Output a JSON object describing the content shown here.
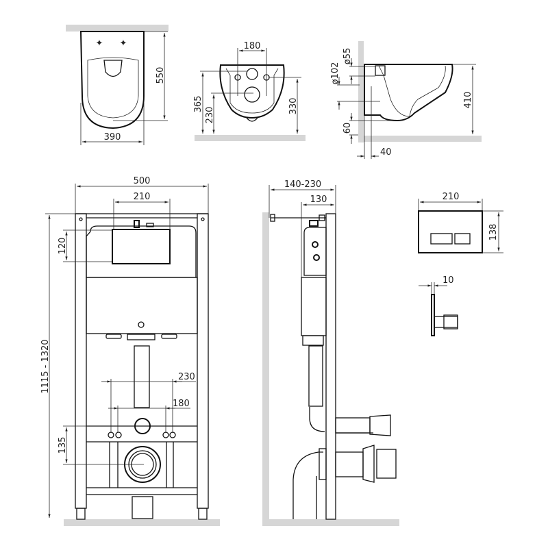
{
  "views": {
    "toilet_top": {
      "width_label": "390",
      "depth_label": "550"
    },
    "toilet_back": {
      "bolt_spacing_label": "180",
      "inlet_height_label": "365",
      "outlet_height_label": "230",
      "bolt_height_label": "330"
    },
    "toilet_side": {
      "inlet_diameter_label": "ø55",
      "outlet_diameter_label": "ø102",
      "bowl_height_label": "410",
      "bottom_offset_label": "60",
      "wall_gap_label": "40"
    },
    "frame_front": {
      "frame_width_label": "500",
      "access_width_label": "210",
      "access_height_label": "120",
      "frame_height_label": "1115 - 1320",
      "bolt_outer_label": "230",
      "bolt_inner_label": "180",
      "outlet_height_label": "135"
    },
    "frame_side": {
      "depth_range_label": "140-230",
      "depth_label": "130"
    },
    "flush_plate": {
      "width_label": "210",
      "height_label": "138",
      "thickness_label": "10"
    }
  },
  "colors": {
    "line": "#111111",
    "wall": "#d6d6d6",
    "background": "#ffffff"
  }
}
